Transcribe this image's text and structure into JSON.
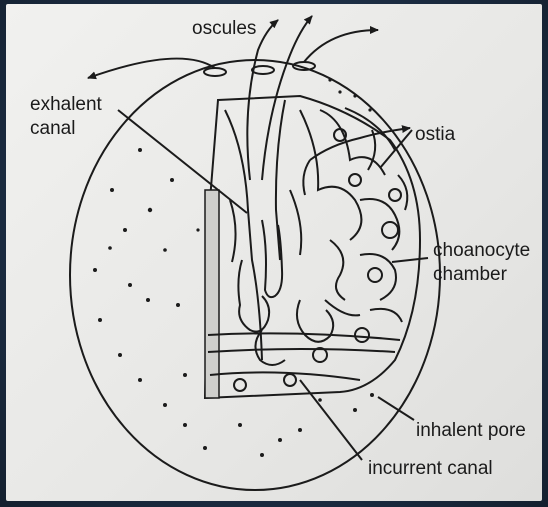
{
  "labels": {
    "oscules": "oscules",
    "exhalent_line1": "exhalent",
    "exhalent_line2": "canal",
    "ostia": "ostia",
    "choanocyte_line1": "choanocyte",
    "choanocyte_line2": "chamber",
    "inhalent_pore": "inhalent pore",
    "incurrent_canal": "incurrent canal"
  },
  "colors": {
    "background": "#1f2f44",
    "paper": "#ececea",
    "ink": "#1b1b1b"
  }
}
